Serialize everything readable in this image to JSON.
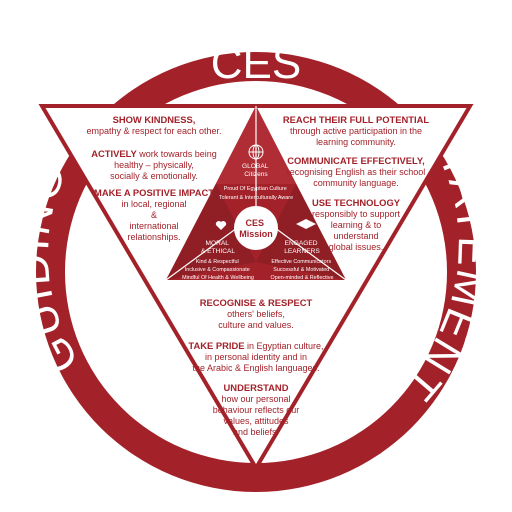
{
  "colors": {
    "primary": "#a3222a",
    "dark": "#8b1b22",
    "light": "#c2474e"
  },
  "title": "CES",
  "ring": {
    "left": "GUIDING",
    "right": "STATEMENTS"
  },
  "left_panel": [
    {
      "heading": "SHOW KINDNESS,",
      "lines": [
        "empathy & respect for each other."
      ]
    },
    {
      "heading": "ACTIVELY",
      "first_line_rest": " work towards being",
      "lines": [
        "healthy – physically,",
        "socially & emotionally."
      ]
    },
    {
      "heading": "MAKE A POSITIVE IMPACT",
      "lines": [
        "in local, regional",
        "&",
        "international",
        "relationships."
      ]
    }
  ],
  "right_panel": [
    {
      "heading": "REACH THEIR FULL POTENTIAL",
      "lines": [
        "through active participation in the",
        "learning community."
      ]
    },
    {
      "heading": "COMMUNICATE EFFECTIVELY,",
      "lines": [
        "recognising English as their school",
        "community language."
      ]
    },
    {
      "heading": "USE TECHNOLOGY",
      "lines": [
        "responsibly to support",
        "learning & to",
        "understand",
        "global issues."
      ]
    }
  ],
  "bottom_panel": [
    {
      "heading": "RECOGNISE & RESPECT",
      "lines": [
        "others' beliefs,",
        "culture and values."
      ]
    },
    {
      "heading": "TAKE PRIDE",
      "first_line_rest": " in Egyptian culture,",
      "lines": [
        "in personal identity and in",
        "the Arabic & English languages."
      ]
    },
    {
      "heading": "UNDERSTAND",
      "lines": [
        "how our personal",
        "behaviour reflects our",
        "values, attitudes",
        "and beliefs."
      ]
    }
  ],
  "center": {
    "global": {
      "label_lines": [
        "GLOBAL",
        "Citizens"
      ],
      "traits": [
        "Proud Of Egyptian Culture",
        "Tolerant & Interculturally Aware"
      ]
    },
    "mission_lines": [
      "CES",
      "Mission"
    ],
    "moral": {
      "label_lines": [
        "MORAL",
        "& ETHICAL"
      ],
      "traits": [
        "Kind & Respectful",
        "Inclusive & Compassionate",
        "Mindful Of Health & Wellbeing"
      ]
    },
    "engaged": {
      "label_lines": [
        "ENGAGED",
        "LEARNERS"
      ],
      "traits": [
        "Effective Communicators",
        "Successful & Motivated",
        "Open-minded & Reflective"
      ]
    }
  },
  "icons": {
    "global": "globe-icon",
    "moral": "heart-hand-icon",
    "engaged": "graduation-cap-icon"
  }
}
